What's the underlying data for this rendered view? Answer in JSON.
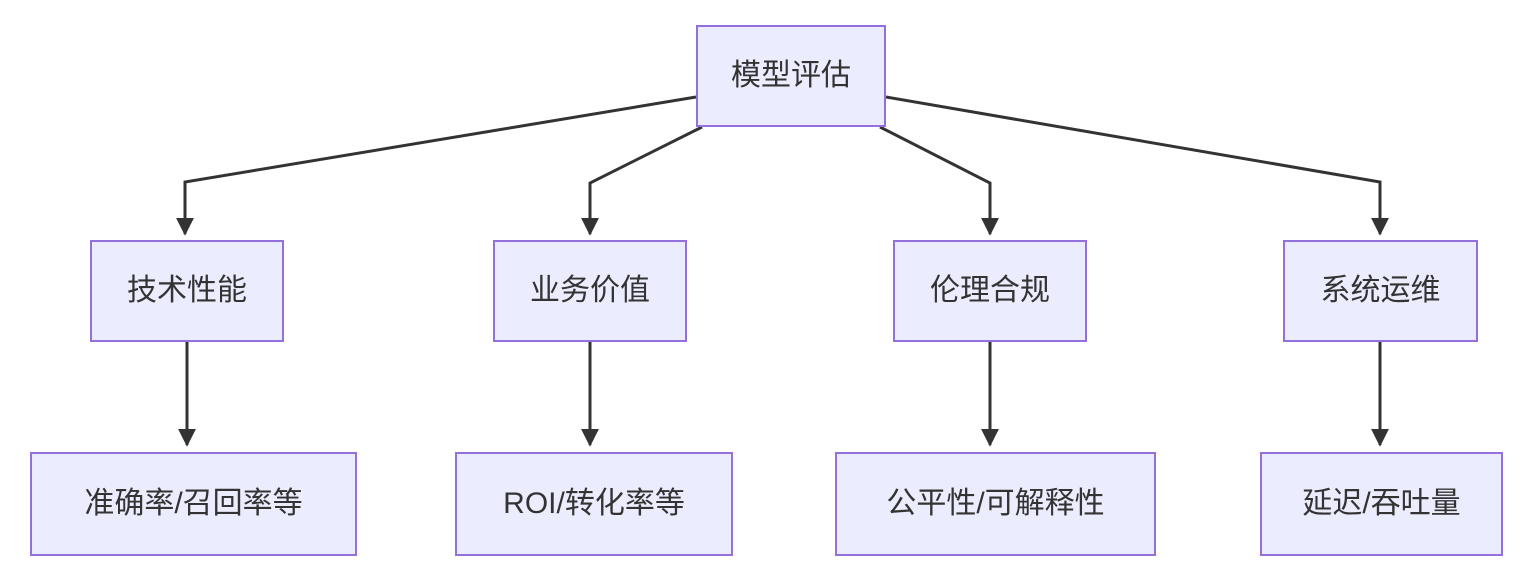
{
  "diagram": {
    "type": "flowchart",
    "direction": "top-down",
    "nodes": {
      "root": {
        "label": "模型评估"
      },
      "tech": {
        "label": "技术性能"
      },
      "business": {
        "label": "业务价值"
      },
      "ethics": {
        "label": "伦理合规"
      },
      "ops": {
        "label": "系统运维"
      },
      "tech3": {
        "label": "准确率/召回率等"
      },
      "business3": {
        "label": "ROI/转化率等"
      },
      "ethics3": {
        "label": "公平性/可解释性"
      },
      "ops3": {
        "label": "延迟/吞吐量"
      }
    },
    "edges": [
      {
        "from": "模型评估",
        "to": "技术性能"
      },
      {
        "from": "模型评估",
        "to": "业务价值"
      },
      {
        "from": "模型评估",
        "to": "伦理合规"
      },
      {
        "from": "模型评估",
        "to": "系统运维"
      },
      {
        "from": "技术性能",
        "to": "准确率/召回率等"
      },
      {
        "from": "业务价值",
        "to": "ROI/转化率等"
      },
      {
        "from": "伦理合规",
        "to": "公平性/可解释性"
      },
      {
        "from": "系统运维",
        "to": "延迟/吞吐量"
      }
    ],
    "colors": {
      "node_fill": "#ECECFF",
      "node_border": "#9370DB",
      "edge": "#333333",
      "text": "#333333",
      "background": "#FFFFFF"
    }
  }
}
